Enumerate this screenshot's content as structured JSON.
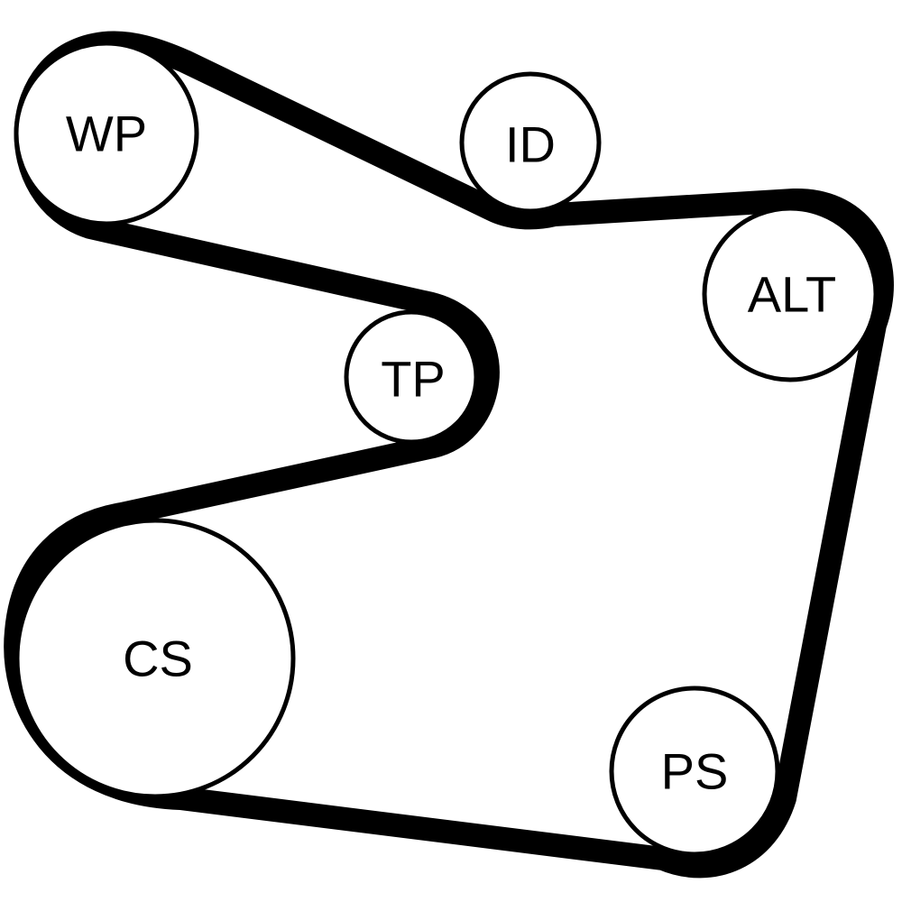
{
  "diagram": {
    "colors": {
      "belt": "#000000",
      "pulley_stroke": "#000000",
      "pulley_fill": "#ffffff",
      "background": "#ffffff"
    },
    "pulleys": {
      "wp": {
        "label": "WP"
      },
      "id": {
        "label": "ID"
      },
      "alt": {
        "label": "ALT"
      },
      "tp": {
        "label": "TP"
      },
      "cs": {
        "label": "CS"
      },
      "ps": {
        "label": "PS"
      }
    }
  }
}
